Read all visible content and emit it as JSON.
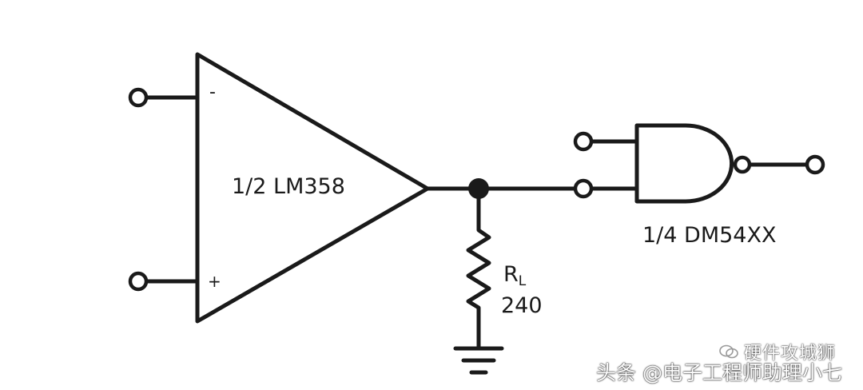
{
  "opamp": {
    "label": "1/2 LM358",
    "inverting_sign": "-",
    "noninverting_sign": "+"
  },
  "gate": {
    "label": "1/4 DM54XX"
  },
  "resistor": {
    "name": "R",
    "subscript": "L",
    "value": "240"
  },
  "watermark": {
    "line1": "硬件攻城狮",
    "line2": "头条 @电子工程师助理小七"
  },
  "colors": {
    "line": "#1a1a1a",
    "background": "#ffffff"
  }
}
